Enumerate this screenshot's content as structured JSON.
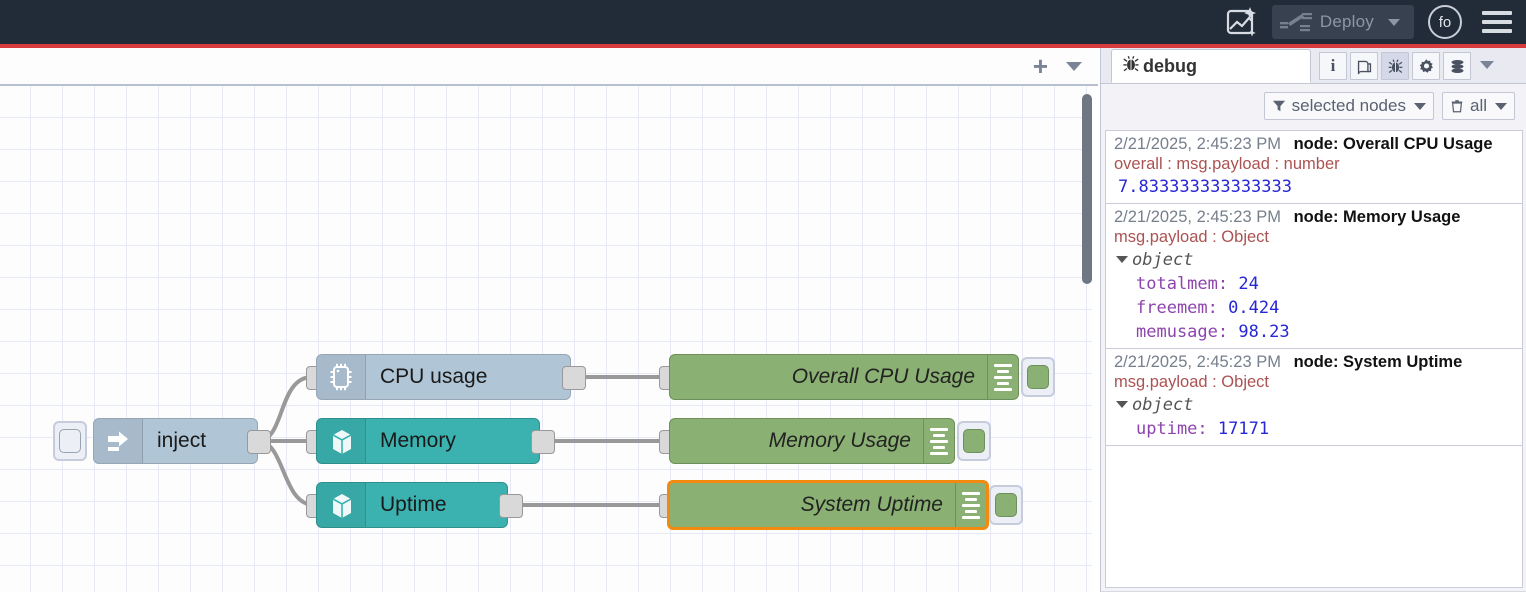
{
  "header": {
    "wand_icon": "image-sparkle-icon",
    "deploy_label": "Deploy",
    "deploy_icon": "deploy-ramp-icon",
    "deploy_caret": "chevron-down-icon",
    "avatar_initials": "fo",
    "menu_icon": "hamburger-menu-icon",
    "bg_color": "#222b38",
    "accent_bar_color": "#d83b3b"
  },
  "workspace": {
    "add_tab_label": "+",
    "tab_menu_icon": "chevron-down-icon",
    "nodes": [
      {
        "id": "inject",
        "label": "inject",
        "type": "inject",
        "color": "#b0c5d6",
        "icon": "arrow-right-icon"
      },
      {
        "id": "cpu",
        "label": "CPU usage",
        "type": "source",
        "color": "#b0c5d6",
        "icon": "cpu-chip-icon"
      },
      {
        "id": "memory",
        "label": "Memory",
        "type": "source",
        "color": "#3bb2b0",
        "icon": "server-box-icon"
      },
      {
        "id": "uptime",
        "label": "Uptime",
        "type": "source",
        "color": "#3bb2b0",
        "icon": "server-box-icon"
      },
      {
        "id": "dbg1",
        "label": "Overall CPU Usage",
        "type": "debug",
        "color": "#8ab073",
        "icon": "debug-lines-icon",
        "selected": false
      },
      {
        "id": "dbg2",
        "label": "Memory Usage",
        "type": "debug",
        "color": "#8ab073",
        "icon": "debug-lines-icon",
        "selected": false
      },
      {
        "id": "dbg3",
        "label": "System Uptime",
        "type": "debug",
        "color": "#8ab073",
        "icon": "debug-lines-icon",
        "selected": true
      }
    ],
    "selection_color": "#f28a0f"
  },
  "sidebar": {
    "tab_label": "debug",
    "tab_icon": "bug-icon",
    "icons": [
      {
        "name": "info-icon",
        "glyph": "i",
        "active": false
      },
      {
        "name": "library-icon",
        "glyph": "\u0000",
        "active": false
      },
      {
        "name": "bug-icon",
        "glyph": "\u0000",
        "active": true
      },
      {
        "name": "gear-icon",
        "glyph": "\u0000",
        "active": false
      },
      {
        "name": "context-data-icon",
        "glyph": "\u0000",
        "active": false
      }
    ],
    "icons_caret": "chevron-down-icon",
    "filters": [
      {
        "name": "filter-selected-nodes",
        "icon": "funnel-icon",
        "label": "selected nodes",
        "caret": "chevron-down-icon"
      },
      {
        "name": "clear-all",
        "icon": "trash-icon",
        "label": "all",
        "caret": "chevron-down-icon"
      }
    ],
    "messages": [
      {
        "time": "2/21/2025, 2:45:23 PM",
        "node": "node: Overall CPU Usage",
        "topic": "overall : msg.payload : number",
        "kind": "value",
        "value": "7.833333333333333"
      },
      {
        "time": "2/21/2025, 2:45:23 PM",
        "node": "node: Memory Usage",
        "topic": "msg.payload : Object",
        "kind": "object",
        "object_label": "object",
        "props": [
          {
            "key": "totalmem",
            "value": "24"
          },
          {
            "key": "freemem",
            "value": "0.424"
          },
          {
            "key": "memusage",
            "value": "98.23"
          }
        ]
      },
      {
        "time": "2/21/2025, 2:45:23 PM",
        "node": "node: System Uptime",
        "topic": "msg.payload : Object",
        "kind": "object",
        "object_label": "object",
        "props": [
          {
            "key": "uptime",
            "value": "17171"
          }
        ]
      }
    ]
  }
}
